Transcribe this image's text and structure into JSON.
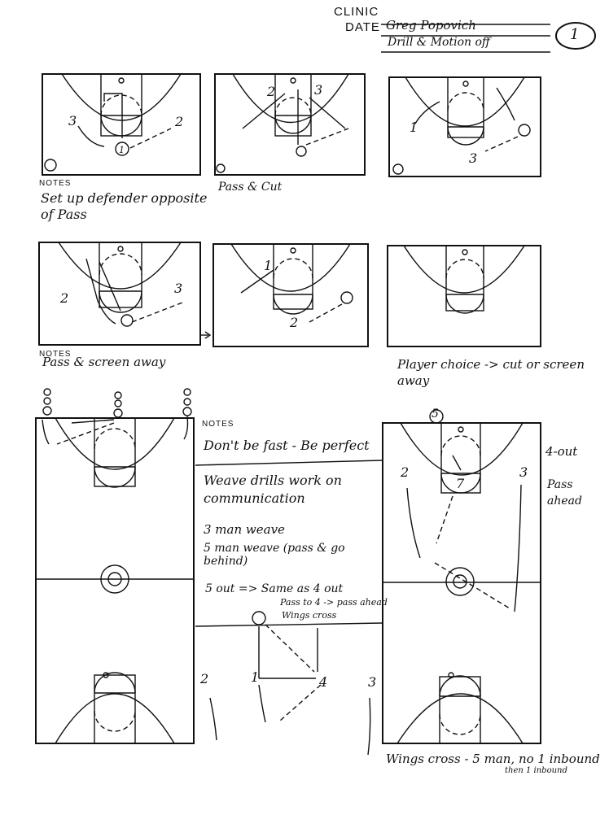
{
  "header": {
    "clinic_label": "CLINIC",
    "date_label": "DATE",
    "coach": "Greg Popovich",
    "topic": "Drill & Motion off",
    "page_number": "1"
  },
  "row1": {
    "notes_label": "NOTES",
    "diagram_labels": [
      "2",
      "1",
      "3"
    ],
    "note_left": "Set up defender opposite of Pass",
    "note_mid": "Pass & Cut"
  },
  "row2": {
    "notes_label": "NOTES",
    "note_left": "Pass & screen away",
    "note_right": "Player choice -> cut or screen away"
  },
  "row3": {
    "notes_label": "NOTES",
    "notes_lines": [
      "Don't be fast - Be perfect",
      "Weave drills work on communication",
      "3 man weave",
      "5 man weave (pass & go behind)",
      "5 out => Same as 4 out",
      "Pass to 4 -> pass ahead",
      "Wings cross"
    ],
    "right_top_label": "5",
    "four_out": "4-out",
    "pass_ahead": "Pass ahead",
    "bottom_note": "Wings cross - 5 man, no 1 inbound",
    "bottom_note_small": "then 1 inbound"
  }
}
